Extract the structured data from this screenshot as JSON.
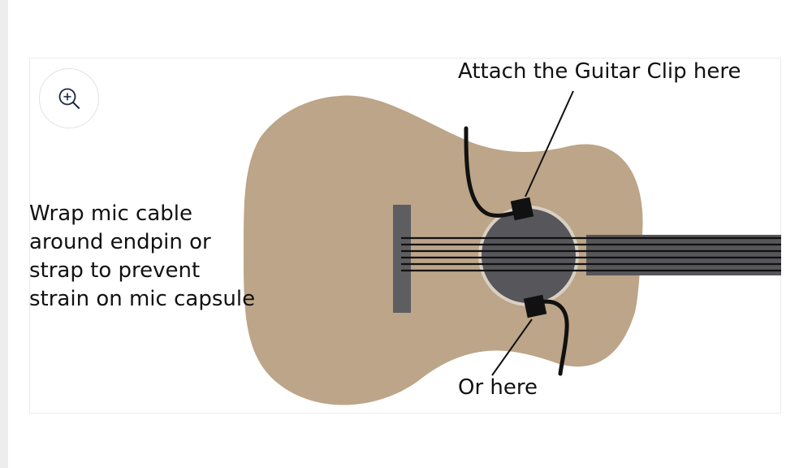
{
  "labels": {
    "clip_top": "Attach the Guitar Clip here",
    "clip_bottom": "Or here",
    "cable_note_lines": [
      "Wrap mic cable",
      "around endpin or",
      "strap to prevent",
      "strain on mic capsule"
    ]
  },
  "icons": {
    "zoom": "zoom-in-icon"
  },
  "colors": {
    "guitar_body": "#bca588",
    "soundhole": "#56565b",
    "soundhole_ring": "#d9d0c4",
    "bridge": "#5e5e62",
    "neck": "#56565b",
    "strings": "#111111",
    "clip": "#111111"
  }
}
